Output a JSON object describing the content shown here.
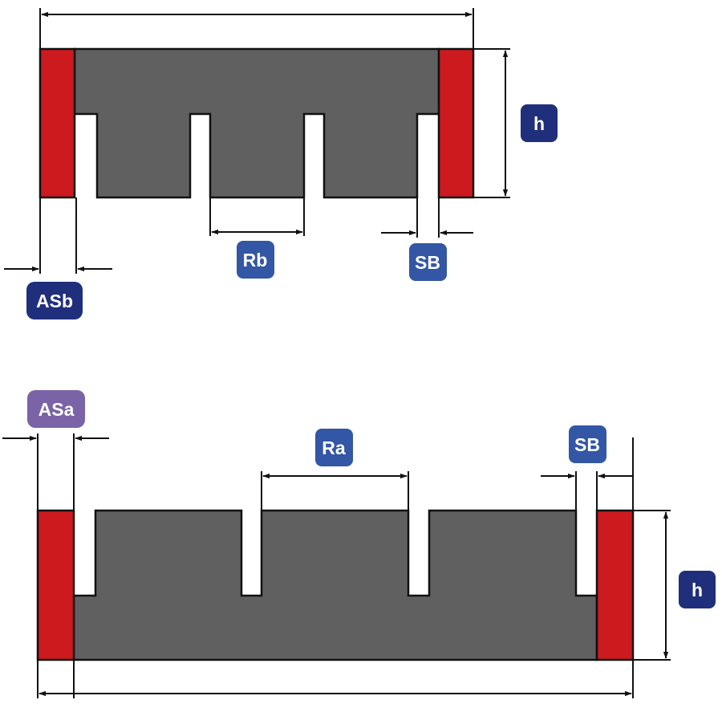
{
  "colors": {
    "body": "#606060",
    "end_plate": "#cc1a1f",
    "outline": "#111111",
    "dimension_line": "#111111",
    "badge_dark_navy": "#1f2f7c",
    "badge_medium_blue": "#3356a5",
    "badge_purple": "#7a63a6",
    "badge_text": "#ffffff"
  },
  "top_diagram": {
    "labels": {
      "height": "h",
      "rib_width": "Rb",
      "slot_width": "SB",
      "end_width": "ASb"
    }
  },
  "bottom_diagram": {
    "labels": {
      "end_width": "ASa",
      "rib_width": "Ra",
      "slot_width": "SB",
      "height": "h"
    }
  }
}
